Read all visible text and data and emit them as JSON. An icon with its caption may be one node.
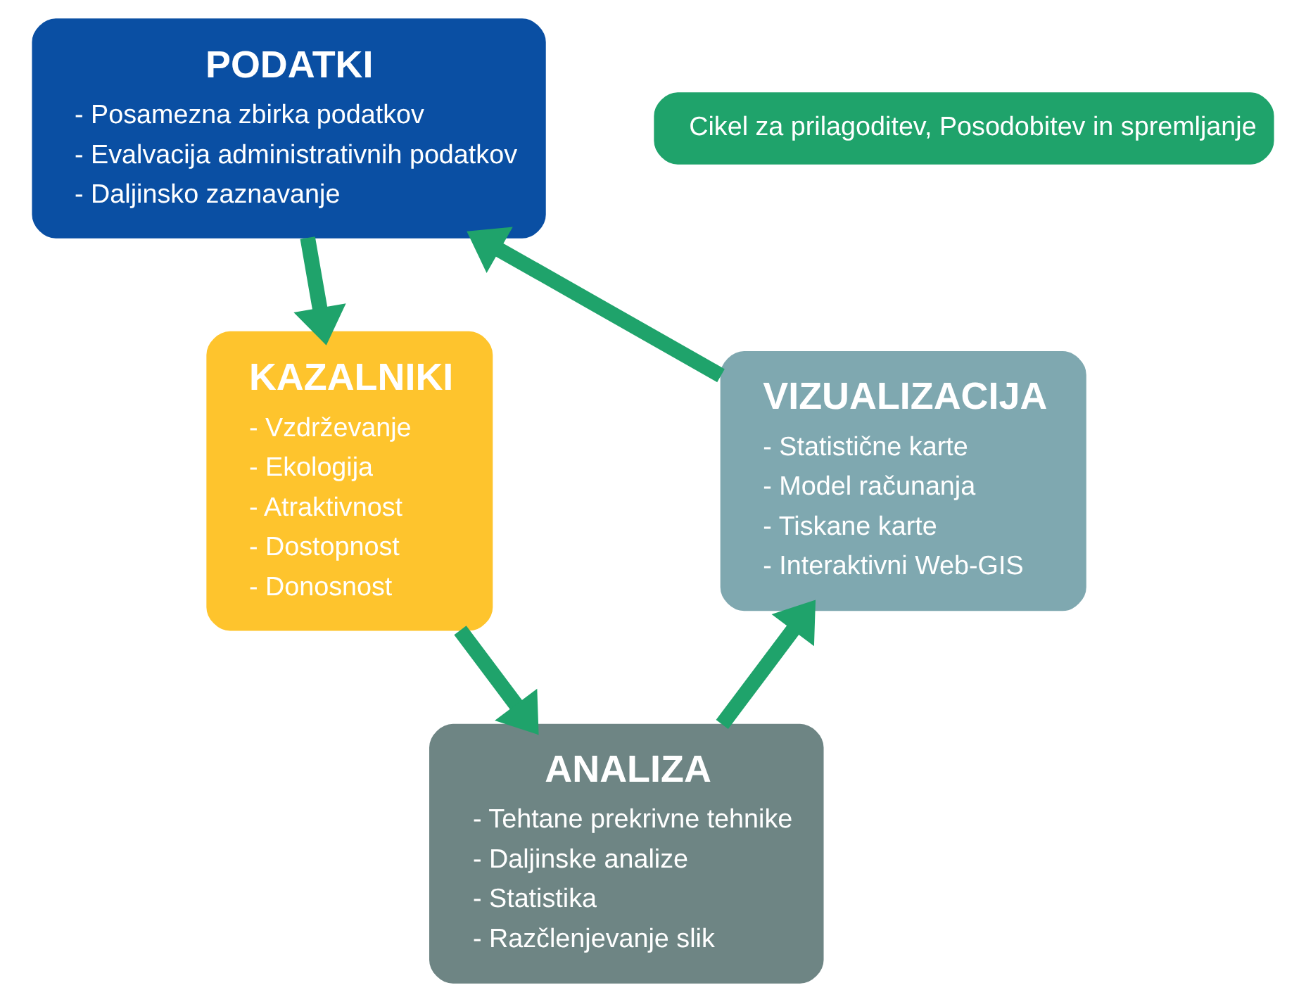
{
  "diagram": {
    "nodes": [
      {
        "text": [
          "PODATKI",
          "- Posamezna zbirka podatkov",
          "- Evalvacija administrativnih podatkov",
          "- Daljinsko zaznavanje"
        ]
      },
      {
        "text": [
          "KAZALNIKI",
          "- Vzdrževanje",
          "- Ekologija",
          "- Atraktivnost",
          "- Dostopnost",
          "- Donosnost"
        ]
      },
      {
        "text": [
          "ANALIZA",
          "- Tehtane prekrivne tehnike",
          "- Daljinske analize",
          "- Statistika",
          "- Razčlenjevanje slik"
        ]
      },
      {
        "text": [
          "VIZUALIZACIJA",
          "- Statistične karte",
          "- Model računanja",
          "- Tiskane karte",
          "- Interaktivni Web-GIS"
        ]
      },
      {
        "text": [
          "Cikel za prilagoditev, Posodobitev in spremljanje"
        ]
      }
    ],
    "edges": [
      {
        "from": 0,
        "to": 1,
        "arrow": "to"
      },
      {
        "from": 1,
        "to": 2,
        "arrow": "to"
      },
      {
        "from": 2,
        "to": 3,
        "arrow": "to"
      },
      {
        "from": 3,
        "to": 0,
        "arrow": "to"
      }
    ]
  }
}
